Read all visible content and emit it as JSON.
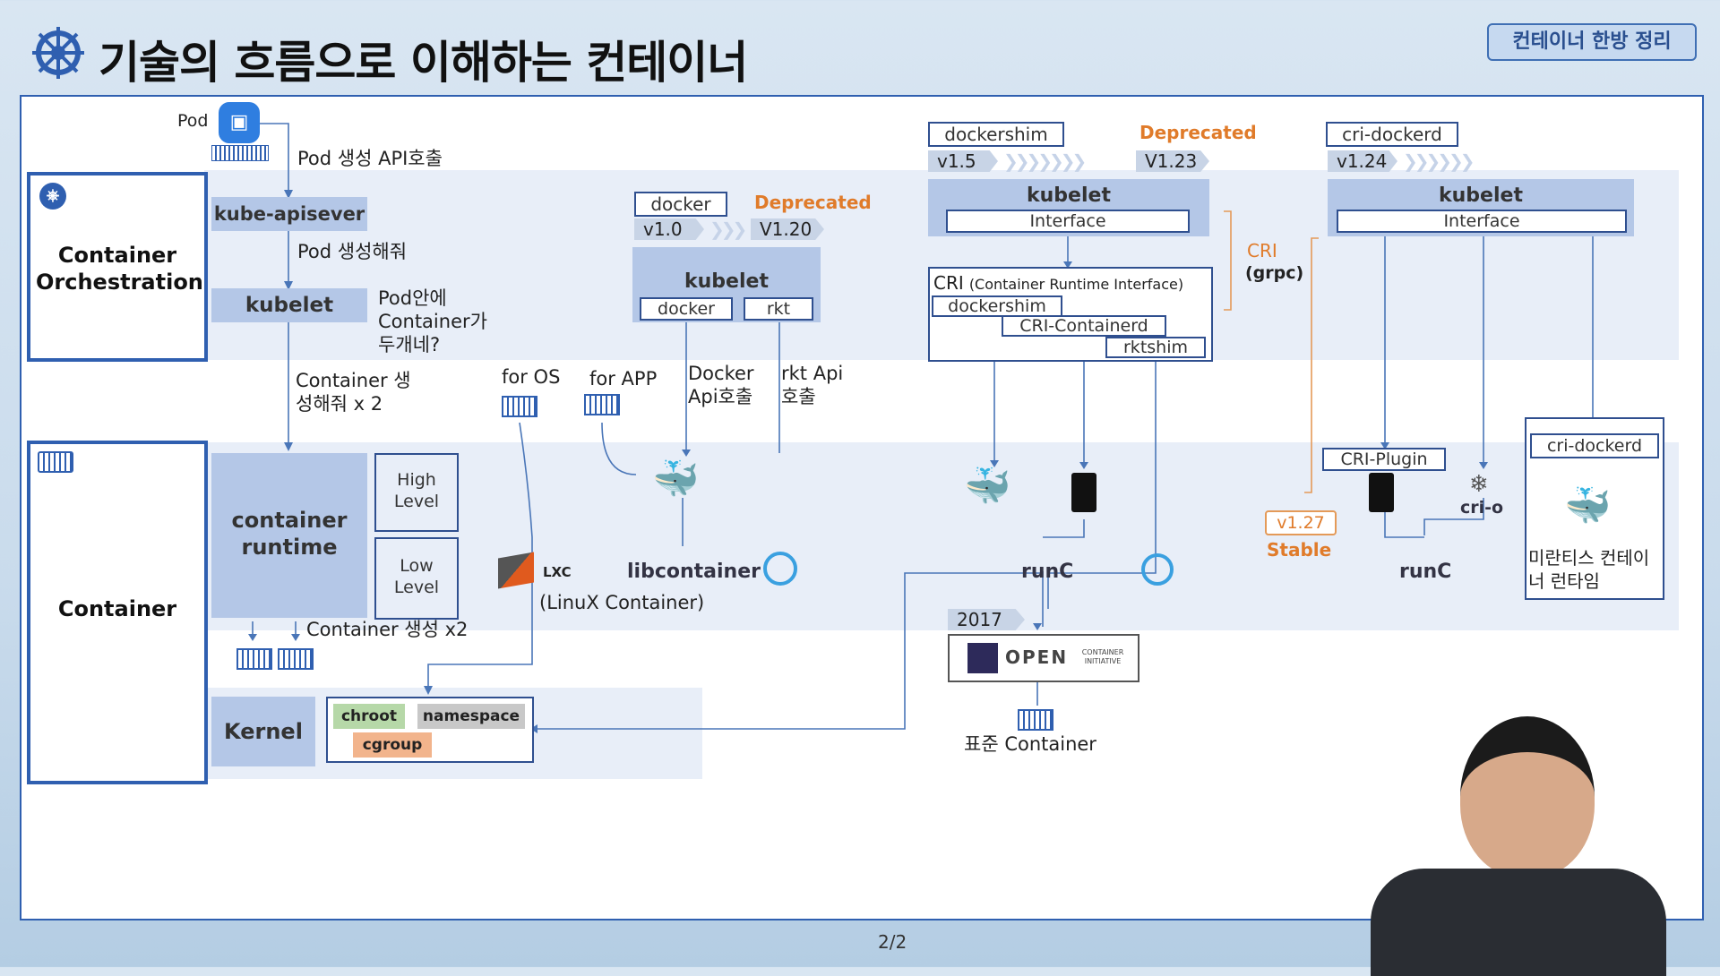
{
  "header": {
    "title": "기술의 흐름으로 이해하는 컨테이너",
    "badge": "컨테이너 한방 정리"
  },
  "left": {
    "orchestration": "Container Orchestration",
    "container": "Container"
  },
  "flow": {
    "pod": "Pod",
    "pod_api": "Pod 생성 API호출",
    "kube_apisever": "kube-apisever",
    "pod_create": "Pod 생성해줘",
    "kubelet": "kubelet",
    "pod_question": "Pod안에 Container가 두개네?",
    "container_create": "Container 생성해줘 x 2",
    "container_runtime": "container runtime",
    "high_level": "High Level",
    "low_level": "Low Level",
    "container_x2": "Container 생성 x2",
    "kernel": "Kernel",
    "chroot": "chroot",
    "namespace": "namespace",
    "cgroup": "cgroup"
  },
  "middle": {
    "for_os": "for OS",
    "for_app": "for APP",
    "docker": "docker",
    "deprecated": "Deprecated",
    "v10": "v1.0",
    "v120": "V1.20",
    "kubelet": "kubelet",
    "docker_iface": "docker",
    "rkt_iface": "rkt",
    "docker_api": "Docker Api호출",
    "rkt_api": "rkt Api호출",
    "lxc": "LXC",
    "libcontainer": "libcontainer",
    "linux_container": "(LinuX Container)"
  },
  "cri": {
    "dockershim": "dockershim",
    "deprecated": "Deprecated",
    "v15": "v1.5",
    "v123": "V1.23",
    "kubelet": "kubelet",
    "interface": "Interface",
    "cri_title": "CRI",
    "cri_title_sub": "(Container Runtime Interface)",
    "dockershim_box": "dockershim",
    "cri_containerd": "CRI-Containerd",
    "rktshim": "rktshim",
    "cri_label": "CRI",
    "grpc": "(grpc)",
    "runc": "runC",
    "year": "2017",
    "oci": "OPEN",
    "oci_small": "CONTAINER INITIATIVE",
    "std_container": "표준 Container"
  },
  "right": {
    "cri_dockerd": "cri-dockerd",
    "v124": "v1.24",
    "kubelet": "kubelet",
    "interface": "Interface",
    "cri_plugin": "CRI-Plugin",
    "crio": "cri-o",
    "runc": "runC",
    "v127": "v1.27",
    "stable": "Stable",
    "cri_dockerd_box": "cri-dockerd",
    "mirantis": "미란티스 컨테이너 런타임"
  },
  "footer": {
    "page": "2/2"
  },
  "colors": {
    "accent": "#2f5fb0",
    "orange": "#e07b2a",
    "block": "#b4c7e7",
    "docker": "#1d91e6"
  }
}
